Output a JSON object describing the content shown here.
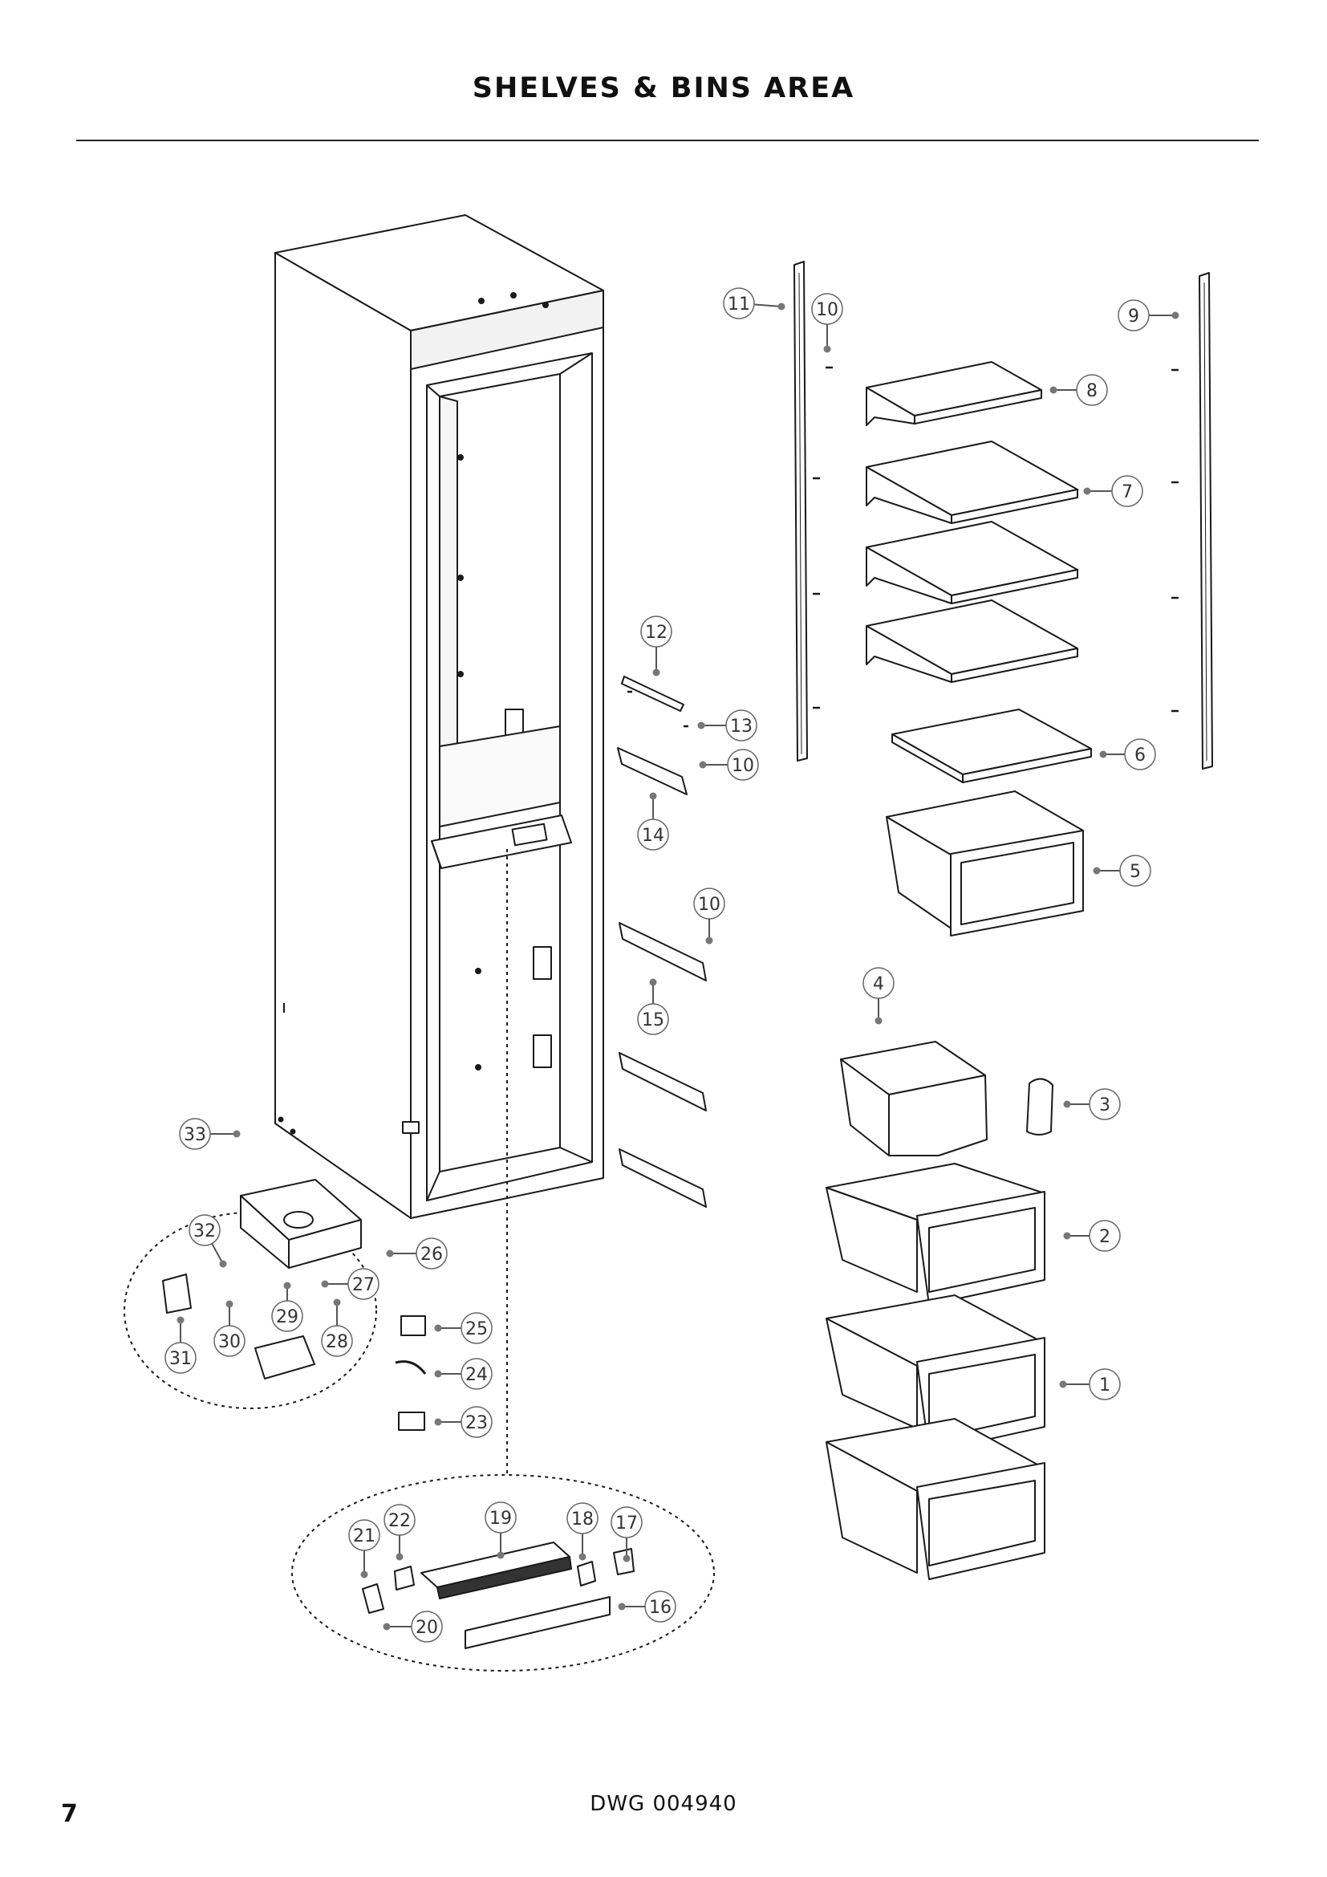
{
  "page": {
    "title": "SHELVES & BINS AREA",
    "drawing_number": "DWG 004940",
    "page_number": "7"
  },
  "callouts": [
    "1",
    "2",
    "3",
    "4",
    "5",
    "6",
    "7",
    "8",
    "9",
    "10",
    "10",
    "10",
    "10",
    "11",
    "12",
    "13",
    "14",
    "15",
    "16",
    "17",
    "18",
    "19",
    "20",
    "21",
    "22",
    "23",
    "24",
    "25",
    "26",
    "27",
    "28",
    "29",
    "30",
    "31",
    "32",
    "33"
  ]
}
